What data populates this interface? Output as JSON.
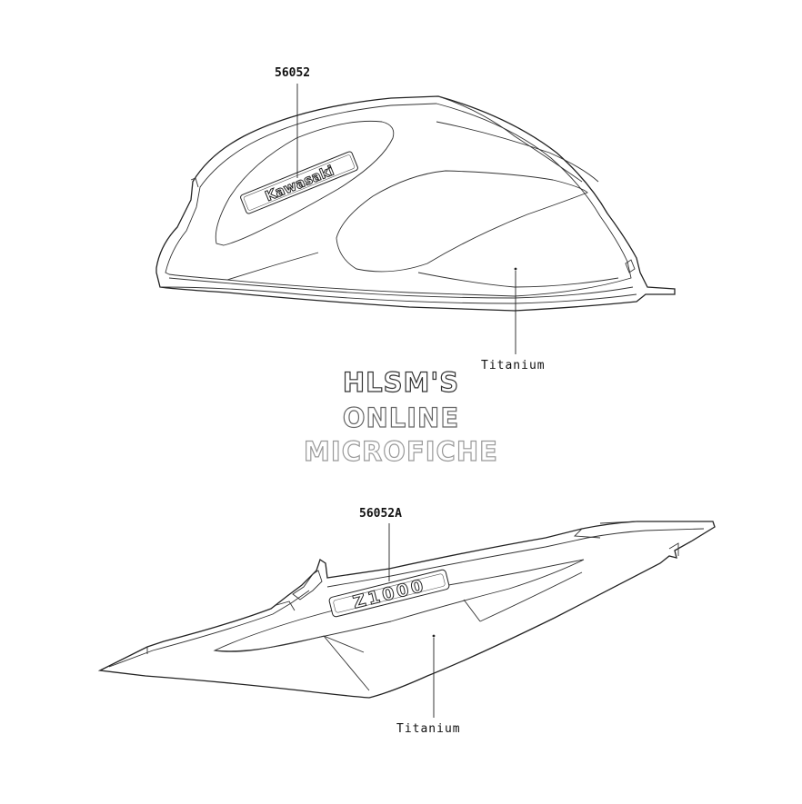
{
  "parts": {
    "top_part_number": "56052",
    "top_material": "Titanium",
    "bottom_part_number": "56052A",
    "bottom_material": "Titanium"
  },
  "decals": {
    "tank_logo": "Kawasaki",
    "tail_logo": "Z1000"
  },
  "watermark": {
    "line1": "HLSM'S",
    "line2": "ONLINE",
    "line3": "MICROFICHE",
    "colors": [
      "#333333",
      "#666666",
      "#999999"
    ]
  }
}
